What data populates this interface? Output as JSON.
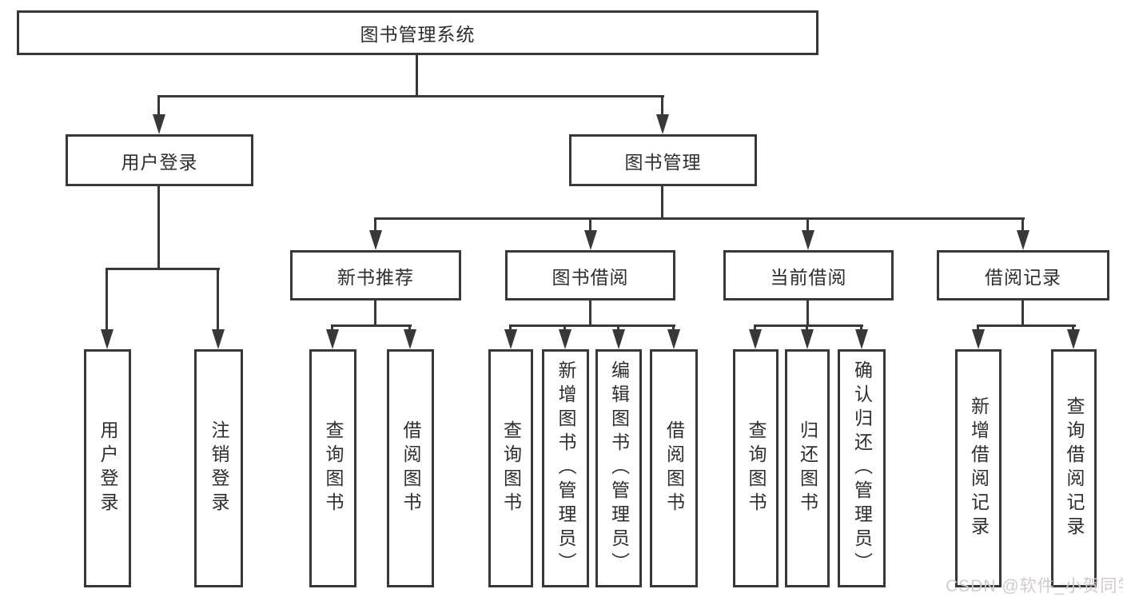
{
  "nodes": {
    "root": "图书管理系统",
    "user_login": "用户登录",
    "book_mgmt": "图书管理",
    "new_books": "新书推荐",
    "book_borrow": "图书借阅",
    "current_borrow": "当前借阅",
    "borrow_records": "借阅记录"
  },
  "leaves": {
    "user_login": [
      "用户登录",
      "注销登录"
    ],
    "new_books": [
      "查询图书",
      "借阅图书"
    ],
    "book_borrow": [
      "查询图书",
      "新增图书（管理员）",
      "编辑图书（管理员）",
      "借阅图书"
    ],
    "current_borrow": [
      "查询图书",
      "归还图书",
      "确认归还（管理员）"
    ],
    "borrow_records": [
      "新增借阅记录",
      "查询借阅记录"
    ]
  },
  "watermark": "CSDN @软件_小贺同学",
  "colors": {
    "line": "#383838",
    "text": "#2e2e2e",
    "watermark": "#d2c8cf",
    "background": "#ffffff"
  }
}
